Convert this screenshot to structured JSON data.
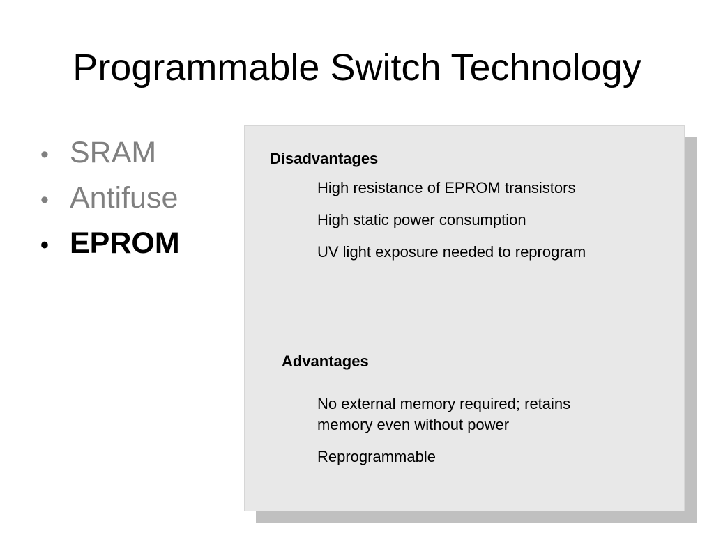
{
  "slide": {
    "title": "Programmable Switch Technology",
    "bullets": [
      {
        "label": "SRAM",
        "state": "dim"
      },
      {
        "label": "Antifuse",
        "state": "dim"
      },
      {
        "label": "EPROM",
        "state": "active"
      }
    ],
    "bullet_glyph": "•"
  },
  "panel": {
    "disadvantages": {
      "heading": "Disadvantages",
      "items": [
        "High resistance of EPROM transistors",
        "High static power consumption",
        "UV light exposure needed to reprogram"
      ]
    },
    "advantages": {
      "heading": "Advantages",
      "items": [
        "No external memory required; retains memory even without power",
        "Reprogrammable"
      ]
    }
  },
  "colors": {
    "dim_text": "#808080",
    "panel_bg": "#e8e8e8",
    "panel_shadow": "#c0c0c0"
  }
}
